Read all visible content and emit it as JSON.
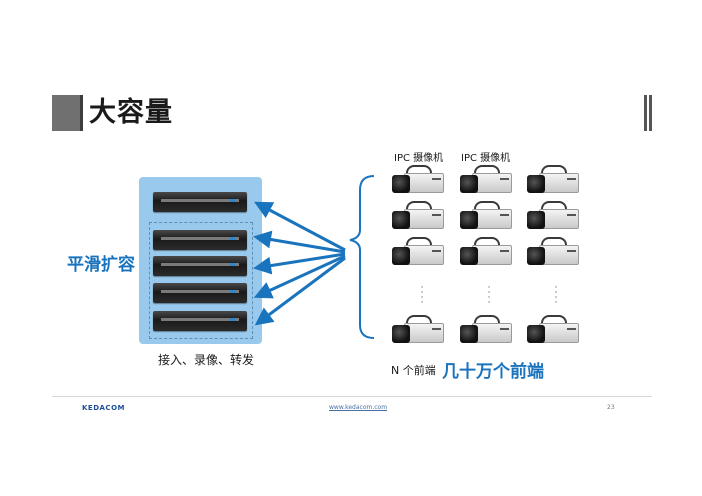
{
  "slide": {
    "title": "大容量",
    "left_label": "平滑扩容",
    "rack_caption": "接入、录像、转发",
    "camera_labels": [
      "IPC 摄像机",
      "IPC 摄像机"
    ],
    "bottom_small": "N 个前端",
    "bottom_big": "几十万个前端"
  },
  "footer": {
    "logo": "KEDACOM",
    "url": "www.kedacom.com",
    "page": "23"
  },
  "colors": {
    "accent": "#1a74bd",
    "panel": "#99c9ec",
    "arrow": "#1a74bd"
  }
}
